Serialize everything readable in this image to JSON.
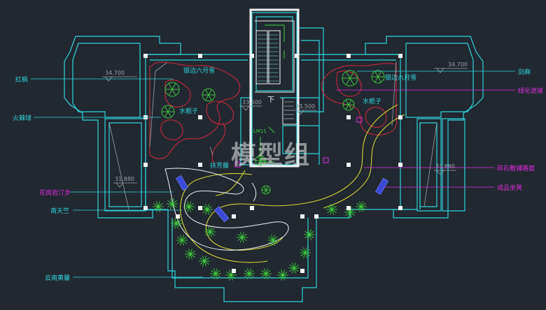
{
  "watermark": "模型组",
  "elevations": [
    "34.700",
    "34.700",
    "33.500",
    "33.500",
    "31.880",
    "31.880"
  ],
  "stair_label": "下",
  "elevator_label": "LM11",
  "left_labels": [
    "红枫",
    "火棘球",
    "花岗岩汀步",
    "南天竺",
    "云南黄馨"
  ],
  "right_labels": [
    "剑麻",
    "绿化遮坡",
    "碎石敷铺路面",
    "成品坐凳"
  ],
  "plant_labels": [
    "银边六月雪",
    "银边六月雪",
    "水栀子",
    "水栀子",
    "扶芳藤"
  ],
  "colors": {
    "background": "#212830",
    "wall_cyan": "#2fd3d8",
    "wall_white": "#f2f2f2",
    "planting_red": "#c8283a",
    "plant_green": "#3fcf3f",
    "path_yellow": "#d8d23a",
    "label_cyan": "#31d6dc",
    "label_magenta": "#e02ee0",
    "hatch_blue": "#3a4ad8"
  }
}
